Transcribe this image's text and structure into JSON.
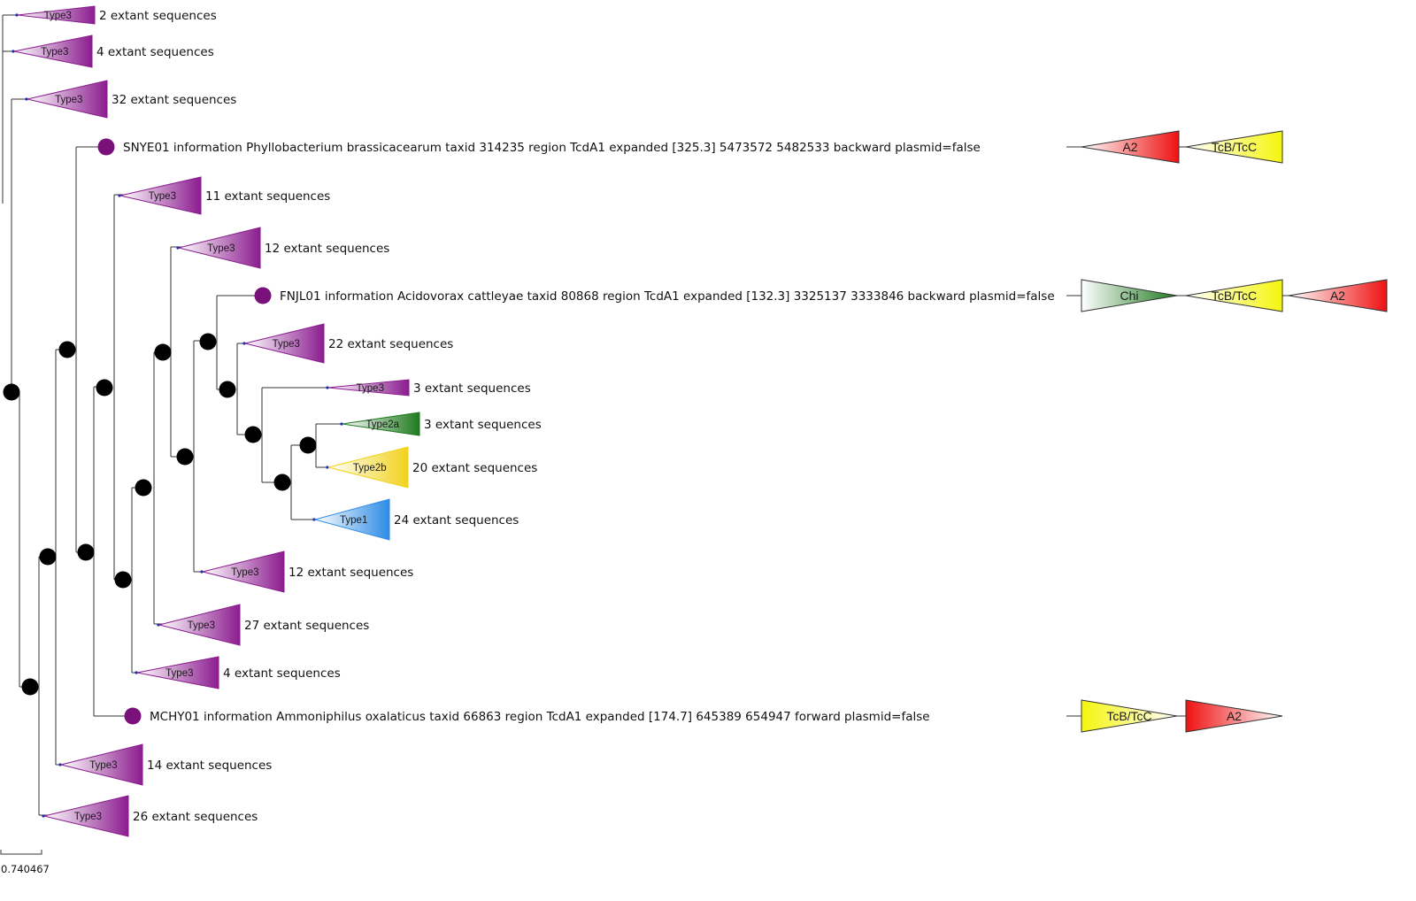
{
  "colors": {
    "type3": "#8b1c8f",
    "type2a": "#1e7a1e",
    "type2b": "#f2d21c",
    "type1": "#2d8be6",
    "leaf_node": "#7a107a",
    "internal_node": "#000000",
    "a2": "#ee1111",
    "chi": "#1e7a1e",
    "tcb_tcc": "#f5f50c"
  },
  "clades": [
    {
      "id": "c1",
      "type": "Type3",
      "label": "2 extant sequences"
    },
    {
      "id": "c2",
      "type": "Type3",
      "label": "4 extant sequences"
    },
    {
      "id": "c3",
      "type": "Type3",
      "label": "32 extant sequences"
    },
    {
      "id": "c4",
      "type": "Type3",
      "label": "11 extant sequences"
    },
    {
      "id": "c5",
      "type": "Type3",
      "label": "12 extant sequences"
    },
    {
      "id": "c6",
      "type": "Type3",
      "label": "22 extant sequences"
    },
    {
      "id": "c7",
      "type": "Type3",
      "label": "3 extant sequences"
    },
    {
      "id": "c8",
      "type": "Type2a",
      "label": "3 extant sequences"
    },
    {
      "id": "c9",
      "type": "Type2b",
      "label": "20 extant sequences"
    },
    {
      "id": "c10",
      "type": "Type1",
      "label": "24 extant sequences"
    },
    {
      "id": "c11",
      "type": "Type3",
      "label": "12 extant sequences"
    },
    {
      "id": "c12",
      "type": "Type3",
      "label": "27 extant sequences"
    },
    {
      "id": "c13",
      "type": "Type3",
      "label": "4 extant sequences"
    },
    {
      "id": "c14",
      "type": "Type3",
      "label": "14 extant sequences"
    },
    {
      "id": "c15",
      "type": "Type3",
      "label": "26 extant sequences"
    }
  ],
  "leaves": [
    {
      "id": "snye01",
      "label": "SNYE01 information Phyllobacterium brassicacearum taxid 314235 region TcdA1 expanded [325.3] 5473572 5482533 backward plasmid=false",
      "domains": [
        {
          "name": "A2",
          "color_key": "a2",
          "direction": "left"
        },
        {
          "name": "TcB/TcC",
          "color_key": "tcb_tcc",
          "direction": "left"
        }
      ]
    },
    {
      "id": "fnjl01",
      "label": "FNJL01 information Acidovorax cattleyae taxid 80868 region TcdA1 expanded [132.3] 3325137 3333846 backward plasmid=false",
      "domains": [
        {
          "name": "Chi",
          "color_key": "chi",
          "direction": "right"
        },
        {
          "name": "TcB/TcC",
          "color_key": "tcb_tcc",
          "direction": "left"
        },
        {
          "name": "A2",
          "color_key": "a2",
          "direction": "left"
        }
      ]
    },
    {
      "id": "mchy01",
      "label": "MCHY01 information Ammoniphilus oxalaticus taxid 66863 region TcdA1 expanded [174.7] 645389 654947 forward plasmid=false",
      "domains": [
        {
          "name": "TcB/TcC",
          "color_key": "tcb_tcc",
          "direction": "right"
        },
        {
          "name": "A2",
          "color_key": "a2",
          "direction": "right"
        }
      ]
    }
  ],
  "scale_bar": {
    "label": "0.740467"
  }
}
